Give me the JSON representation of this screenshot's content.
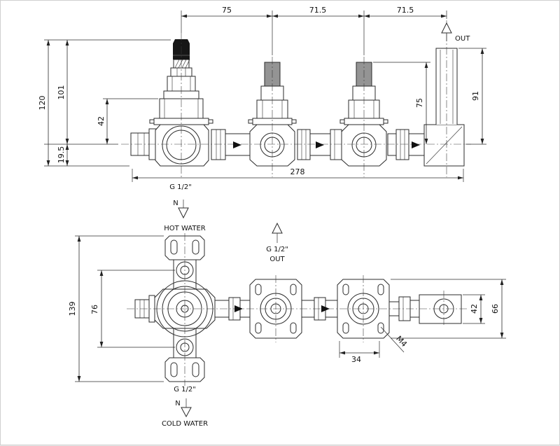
{
  "top_view": {
    "dim_span_1": "75",
    "dim_span_2": "71.5",
    "dim_span_3": "71.5",
    "dim_height_total": "120",
    "dim_height_cartridge": "101",
    "dim_cartridge_body": "42",
    "dim_inlet_offset": "19.5",
    "dim_length": "278",
    "dim_stem_height": "75",
    "dim_outlet_height": "91",
    "out_label": "OUT",
    "inlet_thread": "G 1/2\"",
    "inlet_marker": "N"
  },
  "bottom_view": {
    "hot_water": "HOT WATER",
    "out_thread": "G 1/2\"",
    "out_label": "OUT",
    "dim_plate_span": "139",
    "dim_port_span": "76",
    "dim_offset": "34",
    "screw_thread": "M4",
    "dim_block_height": "42",
    "dim_plate_height": "66",
    "outlet_thread": "G 1/2\"",
    "outlet_marker": "N",
    "cold_water": "COLD WATER"
  }
}
